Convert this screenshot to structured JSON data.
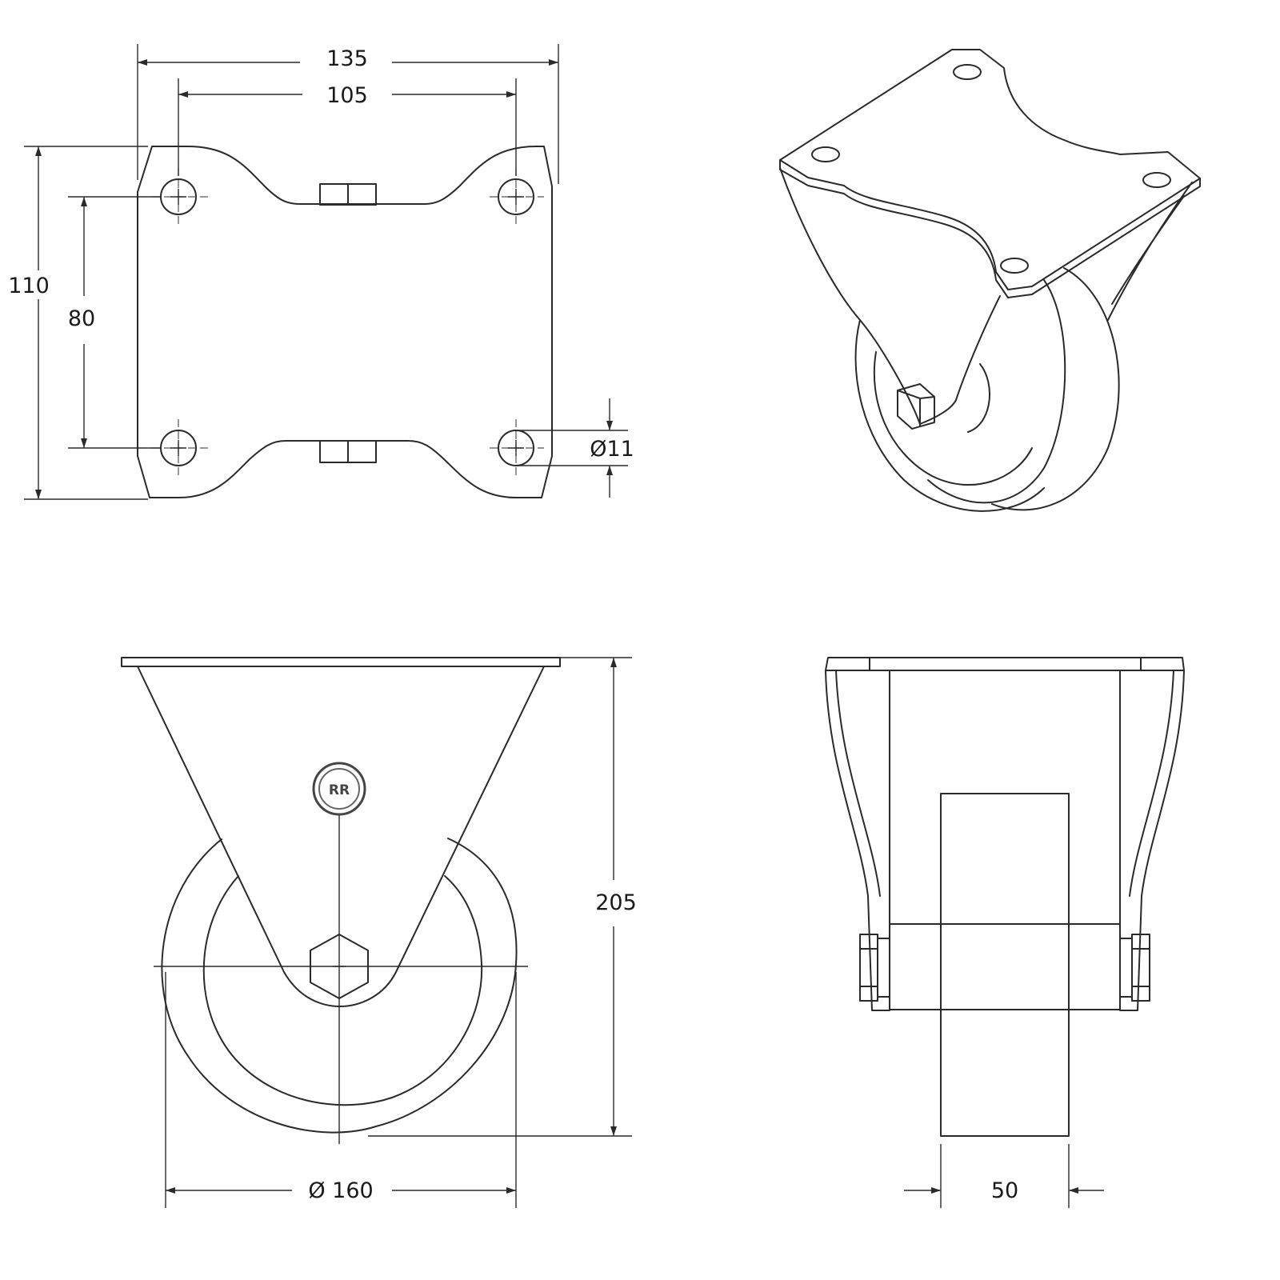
{
  "top_view": {
    "overall_width": "135",
    "hole_spacing_width": "105",
    "overall_length": "110",
    "hole_spacing_length": "80",
    "hole_diameter": "Ø11"
  },
  "side_view": {
    "overall_height": "205",
    "wheel_diameter": "Ø 160",
    "logo": "RR"
  },
  "front_view": {
    "wheel_width": "50"
  },
  "colors": {
    "line": "#2a2a2a",
    "background": "#ffffff"
  }
}
